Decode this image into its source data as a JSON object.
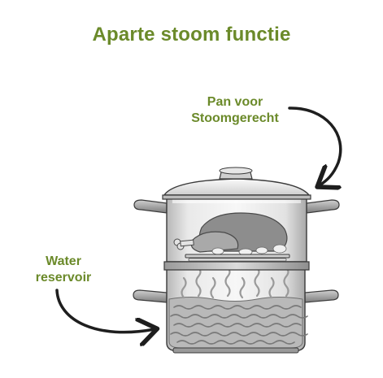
{
  "title": "Aparte stoom functie",
  "labels": {
    "pan_line1": "Pan voor",
    "pan_line2": "Stoomgerecht",
    "water_line1": "Water",
    "water_line2": "reservoir"
  },
  "colors": {
    "accent_green": "#6b8a2a",
    "steel_light": "#eeeeee",
    "steel_mid": "#c8c8c8",
    "steel_dark": "#8f8f8f",
    "outline": "#3a3a3a",
    "water": "#b9b9b9",
    "chicken": "#8d8d8d"
  }
}
